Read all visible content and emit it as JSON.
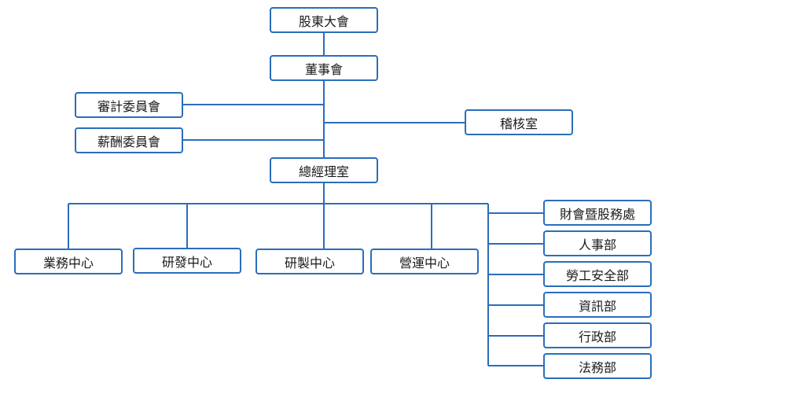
{
  "colors": {
    "line": "#2a6ebc",
    "box_border": "#2a6ebc",
    "text": "#1a1a1a"
  },
  "org": {
    "shareholders": "股東大會",
    "board": "董事會",
    "audit_committee": "審計委員會",
    "remuneration_committee": "薪酬委員會",
    "internal_audit": "稽核室",
    "president_office": "總經理室",
    "centers": {
      "sales": "業務中心",
      "rd": "研發中心",
      "manufacturing": "研製中心",
      "operations": "營運中心"
    },
    "departments": {
      "finance": "財會暨股務處",
      "hr": "人事部",
      "safety": "勞工安全部",
      "it": "資訊部",
      "admin": "行政部",
      "legal": "法務部"
    }
  }
}
